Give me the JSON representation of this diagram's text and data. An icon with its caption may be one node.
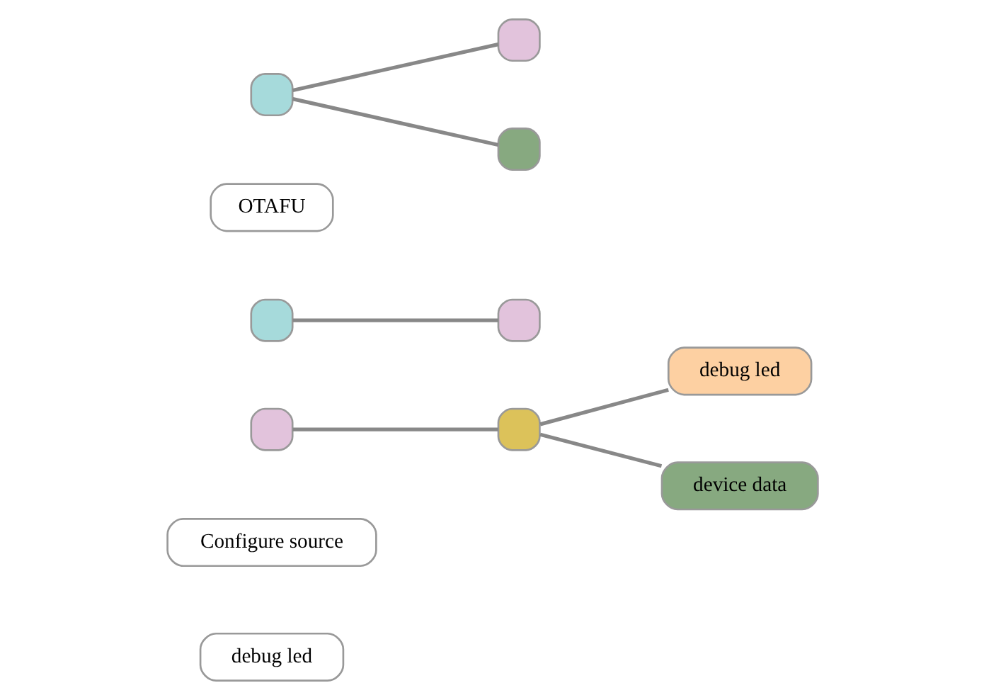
{
  "diagram": {
    "nodes": [
      {
        "text": [
          "debug led"
        ]
      },
      {
        "text": [
          "Configure source"
        ]
      },
      {
        "text": [],
        "shape": "box"
      },
      {
        "text": [],
        "shape": "box"
      },
      {
        "text": [
          "debug led"
        ]
      },
      {
        "text": [
          "device data"
        ]
      },
      {
        "text": [],
        "shape": "box"
      },
      {
        "text": [],
        "shape": "box"
      },
      {
        "text": [
          "OTAFU"
        ]
      },
      {
        "text": [],
        "shape": "box"
      },
      {
        "text": [],
        "shape": "box"
      },
      {
        "text": [],
        "shape": "box"
      }
    ],
    "edges": [
      {
        "from": 2,
        "to": 3,
        "arrow": "none"
      },
      {
        "from": 3,
        "to": 4,
        "arrow": "none"
      },
      {
        "from": 3,
        "to": 5,
        "arrow": "none"
      },
      {
        "from": 6,
        "to": 7,
        "arrow": "none"
      },
      {
        "from": 9,
        "to": 10,
        "arrow": "none"
      },
      {
        "from": 9,
        "to": 11,
        "arrow": "none"
      }
    ]
  }
}
